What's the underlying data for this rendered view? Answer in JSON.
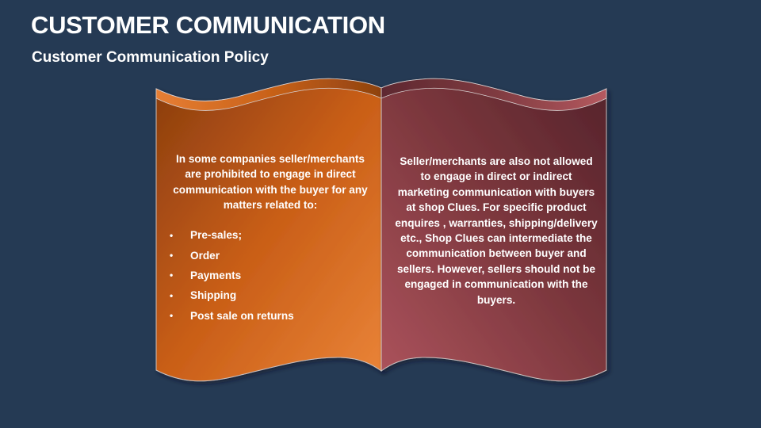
{
  "header": {
    "title": "CUSTOMER COMMUNICATION",
    "subtitle": "Customer Communication Policy"
  },
  "colors": {
    "background": "#253a54",
    "left_page_dark": "#8c3f0e",
    "left_page_light": "#e67e34",
    "right_page_dark": "#5a2630",
    "right_page_light": "#a8505a"
  },
  "left_page": {
    "intro": "In some companies seller/merchants are prohibited to engage in direct communication with the buyer for any matters related to:",
    "bullet_glyph": "•",
    "bullets": [
      "Pre-sales;",
      "Order",
      "Payments",
      "Shipping",
      "Post sale on returns"
    ]
  },
  "right_page": {
    "text": "Seller/merchants  are also not allowed to engage in direct or indirect  marketing communication with buyers at shop Clues. For specific product enquires , warranties, shipping/delivery etc., Shop Clues can intermediate the communication between buyer and sellers. However, sellers should not be engaged in communication with the buyers."
  }
}
